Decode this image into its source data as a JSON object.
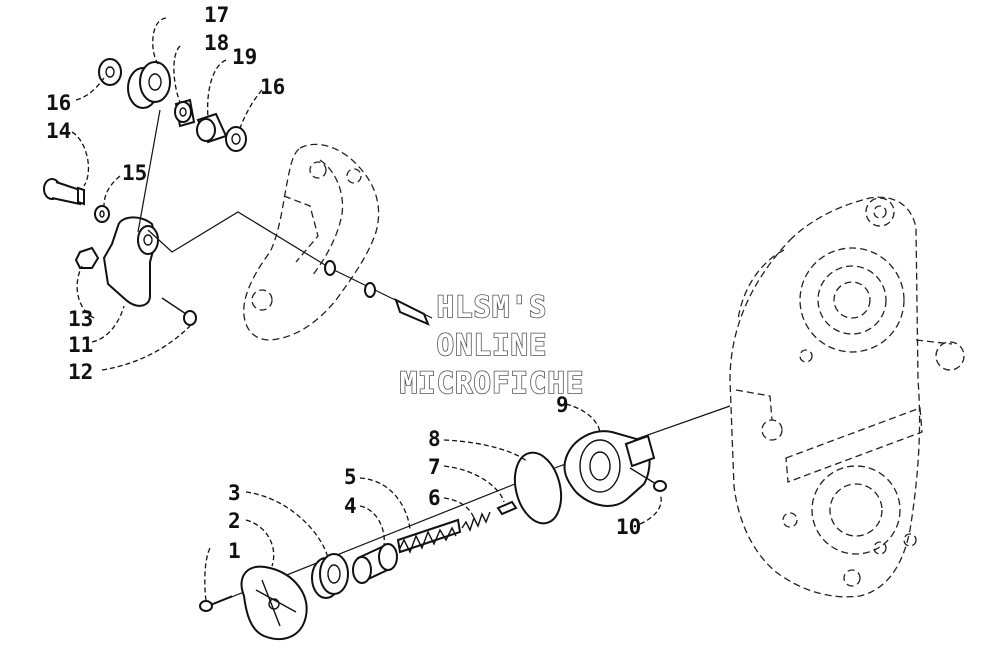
{
  "watermark": {
    "line1": "HLSM'S",
    "line2": "ONLINE",
    "line3": "MICROFICHE"
  },
  "callouts": {
    "c1": "1",
    "c2": "2",
    "c3": "3",
    "c4": "4",
    "c5": "5",
    "c6": "6",
    "c7": "7",
    "c8": "8",
    "c9": "9",
    "c10": "10",
    "c11": "11",
    "c12": "12",
    "c13": "13",
    "c14": "14",
    "c15": "15",
    "c16a": "16",
    "c16b": "16",
    "c17": "17",
    "c18": "18",
    "c19": "19"
  }
}
